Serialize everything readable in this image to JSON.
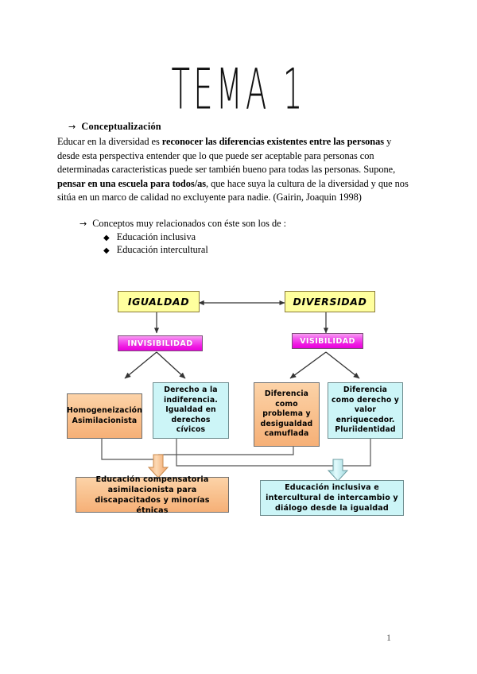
{
  "document": {
    "title": "TEMA 1",
    "page_number": "1"
  },
  "sections": {
    "heading_1": {
      "marker": "→",
      "label": "Conceptualización"
    },
    "paragraph": {
      "part1": "Educar en la diversidad es ",
      "bold1": "reconocer las diferencias existentes entre las personas",
      "part2": " y desde esta perspectiva entender que lo que puede ser aceptable para personas con determinadas caracteristicas puede ser también bueno para todas las personas. Supone, ",
      "bold2": "pensar en una escuela para todos/as",
      "part3": ", que hace suya la cultura de la diversidad y que nos sitúa en un marco de calidad no excluyente para nadie. (Gairin, Joaquin 1998)"
    },
    "heading_2": {
      "marker": "→",
      "label": "Conceptos muy relacionados con éste son los de :"
    },
    "bullets": [
      {
        "marker": "◆",
        "label": "Educación inclusiva"
      },
      {
        "marker": "◆",
        "label": "Educación intercultural"
      }
    ]
  },
  "chart_data": {
    "type": "diagram",
    "title": "Igualdad y Diversidad",
    "nodes": [
      {
        "id": "igualdad",
        "label": "IGUALDAD",
        "style": "yellow",
        "level": 1
      },
      {
        "id": "diversidad",
        "label": "DIVERSIDAD",
        "style": "yellow",
        "level": 1
      },
      {
        "id": "invisibilidad",
        "label": "INVISIBILIDAD",
        "style": "magenta",
        "level": 2
      },
      {
        "id": "visibilidad",
        "label": "VISIBILIDAD",
        "style": "magenta",
        "level": 2
      },
      {
        "id": "homogeneizacion",
        "label": "Homogeneización Asimilacionista",
        "style": "orange",
        "level": 3
      },
      {
        "id": "derecho-indiferencia",
        "label": "Derecho a la indiferencia. Igualdad en derechos cívicos",
        "style": "cyan",
        "level": 3
      },
      {
        "id": "diferencia-problema",
        "label": "Diferencia como problema y desigualdad camuflada",
        "style": "orange",
        "level": 3
      },
      {
        "id": "diferencia-derecho",
        "label": "Diferencia como derecho y valor enriquecedor. Pluriidentidad",
        "style": "cyan",
        "level": 3
      },
      {
        "id": "educacion-compensatoria",
        "label": "Educación compensatoria asimilacionista para discapacitados y minorías étnicas",
        "style": "orange",
        "level": 4
      },
      {
        "id": "educacion-inclusiva",
        "label": "Educación inclusiva e intercultural de intercambio y diálogo desde la igualdad",
        "style": "cyan",
        "level": 4
      }
    ],
    "edges": [
      {
        "from": "igualdad",
        "to": "diversidad",
        "type": "double-arrow"
      },
      {
        "from": "igualdad",
        "to": "invisibilidad",
        "type": "arrow"
      },
      {
        "from": "diversidad",
        "to": "visibilidad",
        "type": "arrow"
      },
      {
        "from": "invisibilidad",
        "to": "homogeneizacion",
        "type": "arrow"
      },
      {
        "from": "invisibilidad",
        "to": "derecho-indiferencia",
        "type": "arrow"
      },
      {
        "from": "visibilidad",
        "to": "diferencia-problema",
        "type": "arrow"
      },
      {
        "from": "visibilidad",
        "to": "diferencia-derecho",
        "type": "arrow"
      },
      {
        "from": "homogeneizacion",
        "to": "educacion-compensatoria",
        "type": "block-arrow-orange"
      },
      {
        "from": "diferencia-problema",
        "to": "educacion-compensatoria",
        "type": "block-arrow-orange"
      },
      {
        "from": "derecho-indiferencia",
        "to": "educacion-inclusiva",
        "type": "block-arrow-cyan"
      },
      {
        "from": "diferencia-derecho",
        "to": "educacion-inclusiva",
        "type": "block-arrow-cyan"
      }
    ],
    "colors": {
      "yellow": "#ffff9e",
      "magenta": "#ef1ae2",
      "orange": "#f9c391",
      "cyan": "#ccf5f7",
      "line": "#555555"
    }
  }
}
